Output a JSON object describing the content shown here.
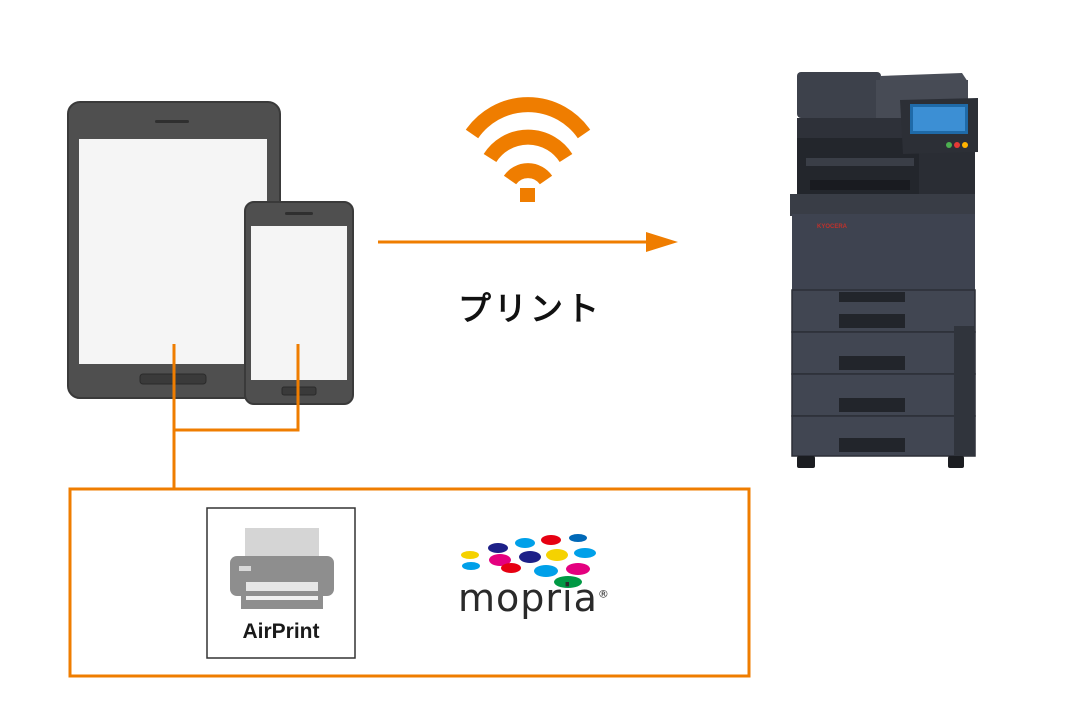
{
  "diagram": {
    "action_label": "プリント",
    "services": {
      "airprint": {
        "label": "AirPrint",
        "icon": "printer-icon"
      },
      "mopria": {
        "label": "mopria",
        "trademark": "®"
      }
    },
    "printer_brand": "KYOCERA"
  },
  "colors": {
    "accent": "#ef7d00",
    "device_body": "#505050",
    "screen": "#f5f5f5",
    "printer_body": "#3e4350",
    "mopria_dots": [
      "#f5d200",
      "#e4007f",
      "#1d2088",
      "#00a0e9",
      "#009944",
      "#e60012",
      "#0068b7"
    ]
  }
}
